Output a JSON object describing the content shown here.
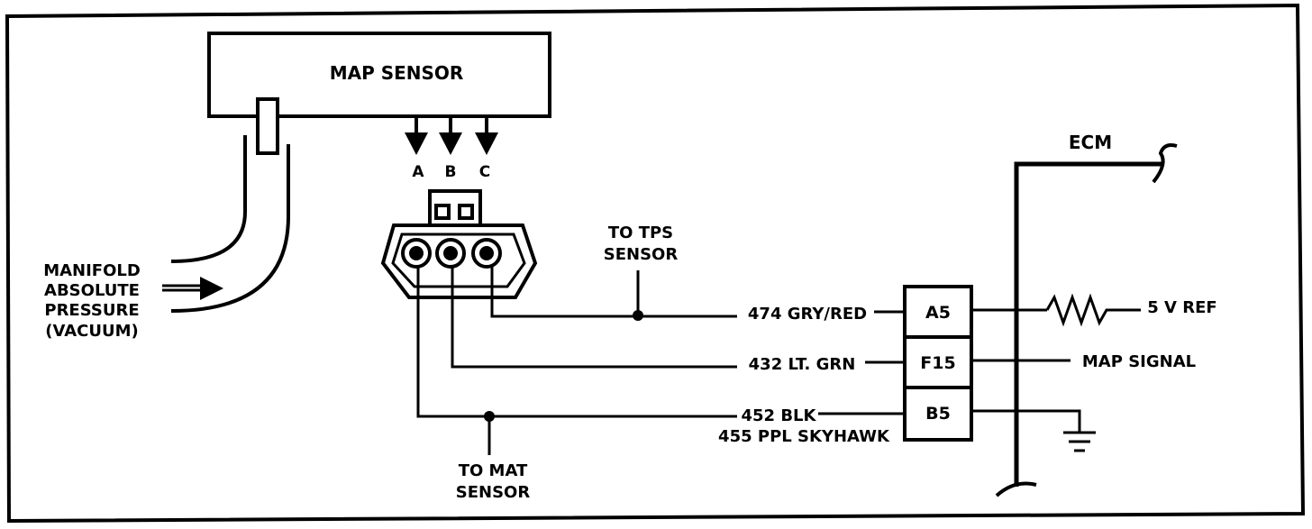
{
  "map_sensor": {
    "title": "MAP SENSOR",
    "pins": [
      "A",
      "B",
      "C"
    ]
  },
  "vacuum_label": [
    "MANIFOLD",
    "ABSOLUTE",
    "PRESSURE",
    "(VACUUM)"
  ],
  "tps_label": [
    "TO TPS",
    "SENSOR"
  ],
  "mat_label": [
    "TO MAT",
    "SENSOR"
  ],
  "wires": {
    "w1": "474 GRY/RED",
    "w2": "432 LT. GRN",
    "w3a": "452 BLK",
    "w3b": "455 PPL SKYHAWK"
  },
  "ecm": {
    "title": "ECM",
    "terminals": [
      "A5",
      "F15",
      "B5"
    ],
    "vref": "5 V REF",
    "signal": "MAP SIGNAL"
  }
}
